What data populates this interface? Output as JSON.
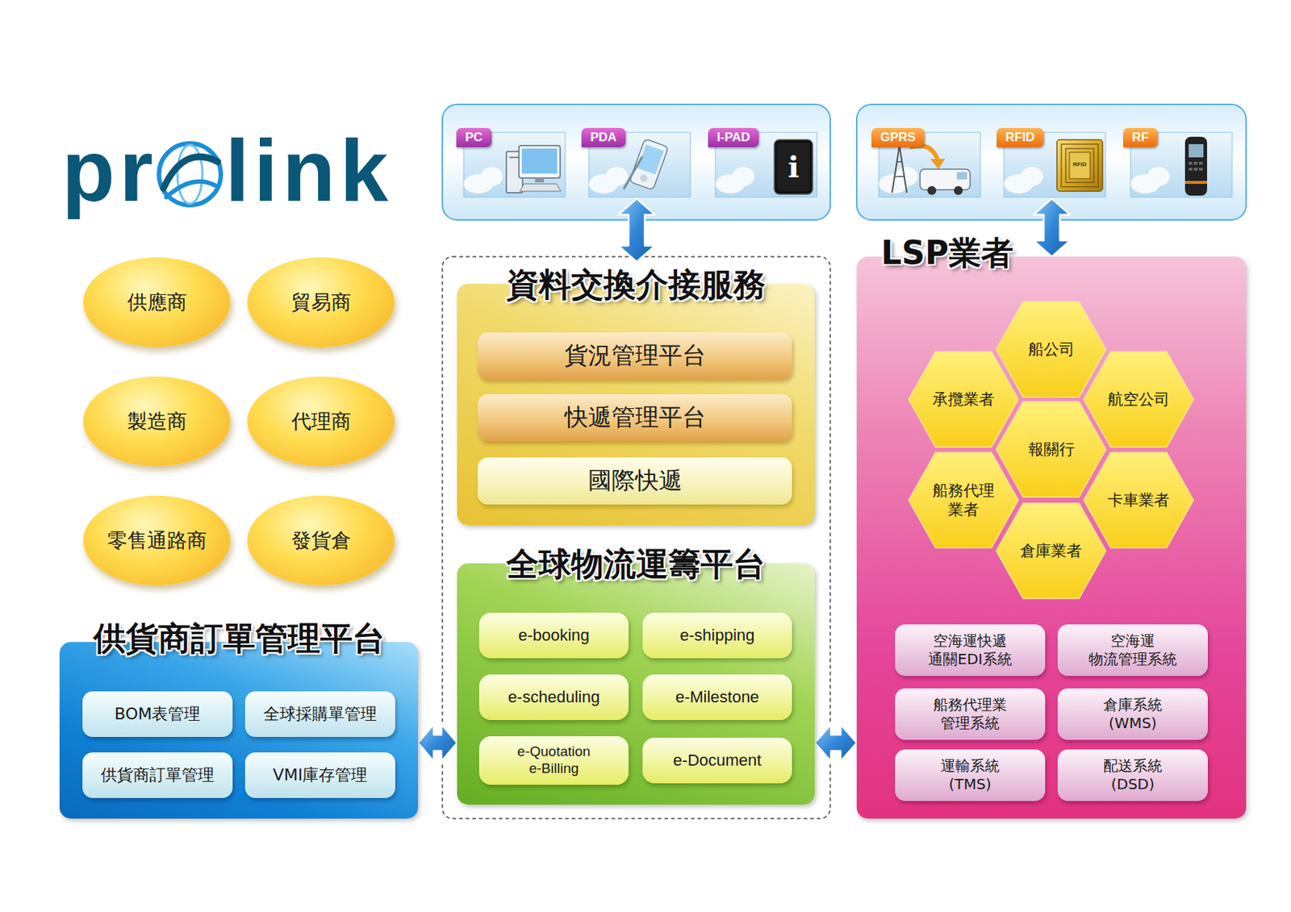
{
  "diagram": {
    "nodes": [
      {
        "text": [
          "PC"
        ]
      },
      {
        "text": [
          "PDA"
        ]
      },
      {
        "text": [
          "I-PAD"
        ]
      },
      {
        "text": [
          "GPRS"
        ]
      },
      {
        "text": [
          "RFID"
        ]
      },
      {
        "text": [
          "RF"
        ]
      },
      {
        "text": [
          "供應商"
        ]
      },
      {
        "text": [
          "貿易商"
        ]
      },
      {
        "text": [
          "製造商"
        ]
      },
      {
        "text": [
          "代理商"
        ]
      },
      {
        "text": [
          "零售通路商"
        ]
      },
      {
        "text": [
          "發貨倉"
        ]
      },
      {
        "text": [
          "資料交換介接服務"
        ]
      },
      {
        "text": [
          "貨況管理平台"
        ],
        "in": 12
      },
      {
        "text": [
          "快遞管理平台"
        ],
        "in": 12
      },
      {
        "text": [
          "國際快遞"
        ],
        "in": 12
      },
      {
        "text": [
          "LSP業者"
        ]
      },
      {
        "text": [
          "船公司"
        ],
        "in": 16
      },
      {
        "text": [
          "承攬業者"
        ],
        "in": 16
      },
      {
        "text": [
          "航空公司"
        ],
        "in": 16
      },
      {
        "text": [
          "報關行"
        ],
        "in": 16
      },
      {
        "text": [
          "船務代理 業者"
        ],
        "in": 16
      },
      {
        "text": [
          "卡車業者"
        ],
        "in": 16
      },
      {
        "text": [
          "倉庫業者"
        ],
        "in": 16
      },
      {
        "text": [
          "空海運快遞 通關EDI系統"
        ],
        "in": 16
      },
      {
        "text": [
          "空海運 物流管理系統"
        ],
        "in": 16
      },
      {
        "text": [
          "船務代理業 管理系統"
        ],
        "in": 16
      },
      {
        "text": [
          "倉庫系統 (WMS)"
        ],
        "in": 16
      },
      {
        "text": [
          "運輸系統 (TMS)"
        ],
        "in": 16
      },
      {
        "text": [
          "配送系統 (DSD)"
        ],
        "in": 16
      },
      {
        "text": [
          "全球物流運籌平台"
        ]
      },
      {
        "text": [
          "e-booking"
        ],
        "in": 30
      },
      {
        "text": [
          "e-shipping"
        ],
        "in": 30
      },
      {
        "text": [
          "e-scheduling"
        ],
        "in": 30
      },
      {
        "text": [
          "e-Milestone"
        ],
        "in": 30
      },
      {
        "text": [
          "e-Quotation e-Billing"
        ],
        "in": 30
      },
      {
        "text": [
          "e-Document"
        ],
        "in": 30
      },
      {
        "text": [
          "供貨商訂單管理平台"
        ]
      },
      {
        "text": [
          "BOM表管理"
        ],
        "in": 37
      },
      {
        "text": [
          "全球採購單管理"
        ],
        "in": 37
      },
      {
        "text": [
          "供貨商訂單管理"
        ],
        "in": 37
      },
      {
        "text": [
          "VMI庫存管理"
        ],
        "in": 37
      }
    ],
    "edges": [
      {
        "from": 1,
        "to": 12,
        "arrow": "both"
      },
      {
        "from": 4,
        "to": 16,
        "arrow": "both"
      },
      {
        "from": 14,
        "to": 15,
        "arrow": "both"
      },
      {
        "from": 37,
        "to": 30,
        "arrow": "both"
      },
      {
        "from": 30,
        "to": 16,
        "arrow": "both"
      }
    ],
    "labels": [
      "pr",
      "link",
      "i",
      "RFID"
    ]
  }
}
